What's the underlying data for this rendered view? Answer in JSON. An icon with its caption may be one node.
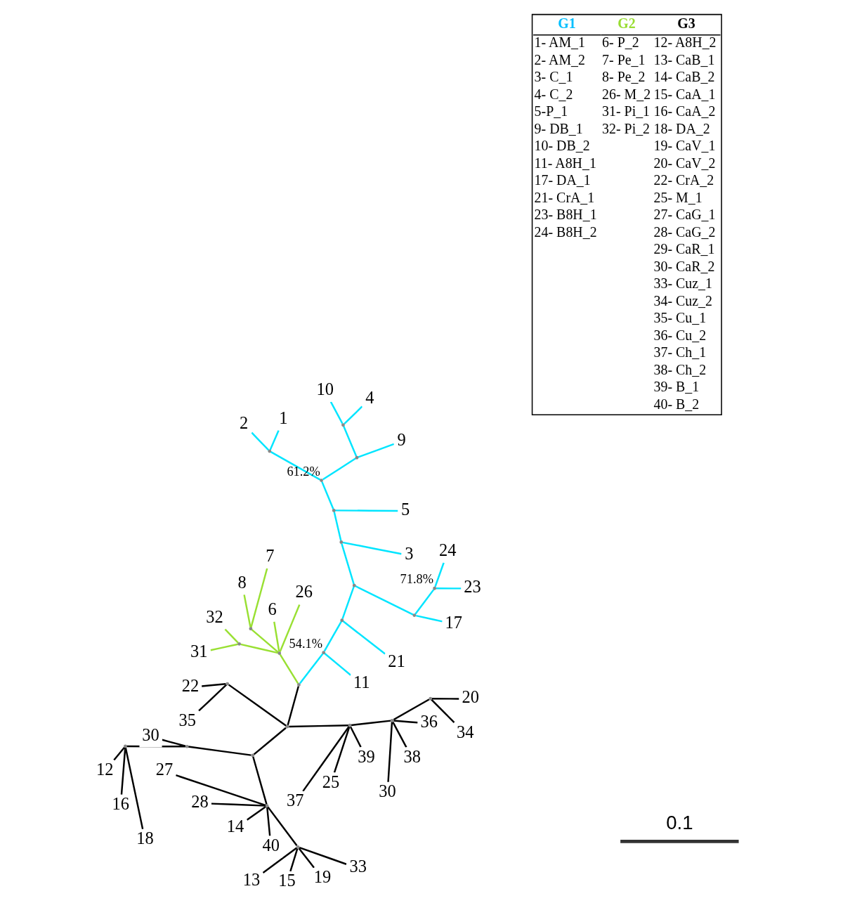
{
  "diagram": {
    "nodes": [
      {
        "text": [
          "4"
        ]
      },
      {
        "text": [
          "3"
        ]
      },
      {
        "text": [
          "10"
        ]
      },
      {
        "text": [
          "23"
        ]
      },
      {
        "text": [
          "9"
        ]
      },
      {
        "text": [
          "24"
        ]
      },
      {
        "text": [
          "5"
        ]
      },
      {
        "text": [
          "1"
        ]
      },
      {
        "text": [
          "17"
        ]
      },
      {
        "text": [
          "21"
        ]
      },
      {
        "text": [
          "11"
        ]
      },
      {
        "text": [
          "7"
        ]
      },
      {
        "text": [
          "8"
        ]
      },
      {
        "text": [
          "26"
        ]
      },
      {
        "text": [
          "2"
        ]
      },
      {
        "text": [
          "22"
        ]
      },
      {
        "text": [
          "32"
        ]
      },
      {
        "text": [
          "35"
        ]
      },
      {
        "text": [
          "30"
        ]
      },
      {
        "text": [
          "12"
        ]
      },
      {
        "text": [
          "16"
        ]
      },
      {
        "text": [
          "18"
        ]
      },
      {
        "text": [
          "13"
        ]
      },
      {
        "text": [
          "37"
        ]
      },
      {
        "text": [
          "30"
        ]
      },
      {
        "text": [
          "15"
        ]
      },
      {
        "text": [
          "25"
        ]
      },
      {
        "text": [
          "19"
        ]
      },
      {
        "text": [
          "33"
        ]
      },
      {
        "text": [
          "38"
        ]
      },
      {
        "text": [
          "34"
        ]
      },
      {
        "text": [
          "36"
        ]
      },
      {
        "text": [
          "20"
        ]
      },
      {
        "text": [
          "39"
        ]
      },
      {
        "text": [
          "27"
        ]
      },
      {
        "text": [
          "28"
        ]
      },
      {
        "text": [
          "6"
        ]
      },
      {
        "text": [
          "14"
        ]
      },
      {
        "text": [
          "31"
        ]
      },
      {
        "text": [
          "40"
        ]
      },
      {
        "text": [],
        "shape": "point"
      },
      {
        "text": [],
        "shape": "point",
        "beside": [
          "54.1%"
        ]
      },
      {
        "text": [],
        "shape": "point"
      },
      {
        "text": [],
        "shape": "point"
      },
      {
        "text": [],
        "shape": "point"
      },
      {
        "text": [],
        "shape": "point",
        "beside": [
          "71.8%"
        ]
      },
      {
        "text": [],
        "shape": "point"
      },
      {
        "text": [],
        "shape": "point"
      },
      {
        "text": [],
        "shape": "point",
        "beside": [
          "61.2%"
        ]
      },
      {
        "text": [],
        "shape": "point"
      },
      {
        "text": [],
        "shape": "point"
      },
      {
        "text": [],
        "shape": "point"
      },
      {
        "text": [],
        "shape": "point"
      },
      {
        "text": [],
        "shape": "point"
      },
      {
        "text": [],
        "shape": "point"
      },
      {
        "text": [],
        "shape": "point"
      },
      {
        "text": [],
        "shape": "point"
      },
      {
        "text": [],
        "shape": "point"
      },
      {
        "text": [],
        "shape": "point"
      },
      {
        "text": [],
        "shape": "point"
      },
      {
        "text": [],
        "shape": "point"
      },
      {
        "text": [],
        "shape": "point"
      },
      {
        "text": [],
        "shape": "point"
      },
      {
        "text": [],
        "shape": "point"
      },
      {
        "text": [],
        "shape": "point"
      }
    ],
    "edges": [
      {
        "from": 40,
        "to": 41,
        "arrow": "none",
        "color": "#00e5ff"
      },
      {
        "from": 41,
        "to": 10,
        "arrow": "none",
        "color": "#00e5ff"
      },
      {
        "from": 41,
        "to": 42,
        "arrow": "none",
        "color": "#00e5ff"
      },
      {
        "from": 42,
        "to": 9,
        "arrow": "none",
        "color": "#00e5ff"
      },
      {
        "from": 42,
        "to": 43,
        "arrow": "none",
        "color": "#00e5ff"
      },
      {
        "from": 43,
        "to": 44,
        "arrow": "none",
        "color": "#00e5ff"
      },
      {
        "from": 43,
        "to": 46,
        "arrow": "none",
        "color": "#00e5ff"
      },
      {
        "from": 44,
        "to": 8,
        "arrow": "none",
        "color": "#00e5ff"
      },
      {
        "from": 44,
        "to": 45,
        "arrow": "none",
        "color": "#00e5ff"
      },
      {
        "from": 45,
        "to": 3,
        "arrow": "none",
        "color": "#00e5ff"
      },
      {
        "from": 45,
        "to": 5,
        "arrow": "none",
        "color": "#00e5ff"
      },
      {
        "from": 46,
        "to": 1,
        "arrow": "none",
        "color": "#00e5ff"
      },
      {
        "from": 46,
        "to": 47,
        "arrow": "none",
        "color": "#00e5ff"
      },
      {
        "from": 47,
        "to": 6,
        "arrow": "none",
        "color": "#00e5ff"
      },
      {
        "from": 47,
        "to": 48,
        "arrow": "none",
        "color": "#00e5ff"
      },
      {
        "from": 48,
        "to": 49,
        "arrow": "none",
        "color": "#00e5ff"
      },
      {
        "from": 48,
        "to": 51,
        "arrow": "none",
        "color": "#00e5ff"
      },
      {
        "from": 49,
        "to": 4,
        "arrow": "none",
        "color": "#00e5ff"
      },
      {
        "from": 49,
        "to": 50,
        "arrow": "none",
        "color": "#00e5ff"
      },
      {
        "from": 50,
        "to": 0,
        "arrow": "none",
        "color": "#00e5ff"
      },
      {
        "from": 50,
        "to": 2,
        "arrow": "none",
        "color": "#00e5ff"
      },
      {
        "from": 51,
        "to": 7,
        "arrow": "none",
        "color": "#00e5ff"
      },
      {
        "from": 51,
        "to": 14,
        "arrow": "none",
        "color": "#00e5ff"
      },
      {
        "from": 40,
        "to": 52,
        "arrow": "none",
        "color": "#99e033"
      },
      {
        "from": 52,
        "to": 53,
        "arrow": "none",
        "color": "#99e033"
      },
      {
        "from": 53,
        "to": 11,
        "arrow": "none",
        "color": "#99e033"
      },
      {
        "from": 53,
        "to": 12,
        "arrow": "none",
        "color": "#99e033"
      },
      {
        "from": 52,
        "to": 13,
        "arrow": "none",
        "color": "#99e033"
      },
      {
        "from": 52,
        "to": 54,
        "arrow": "none",
        "color": "#99e033"
      },
      {
        "from": 54,
        "to": 16,
        "arrow": "none",
        "color": "#99e033"
      },
      {
        "from": 54,
        "to": 38,
        "arrow": "none",
        "color": "#99e033"
      },
      {
        "from": 52,
        "to": 36,
        "arrow": "none",
        "color": "#99e033"
      },
      {
        "from": 40,
        "to": 55,
        "arrow": "none"
      },
      {
        "from": 55,
        "to": 56,
        "arrow": "none"
      },
      {
        "from": 56,
        "to": 15,
        "arrow": "none"
      },
      {
        "from": 56,
        "to": 17,
        "arrow": "none"
      },
      {
        "from": 55,
        "to": 57,
        "arrow": "none"
      },
      {
        "from": 57,
        "to": 58,
        "arrow": "none"
      },
      {
        "from": 58,
        "to": 18,
        "arrow": "none"
      },
      {
        "from": 58,
        "to": 59,
        "arrow": "none"
      },
      {
        "from": 59,
        "to": 19,
        "arrow": "none"
      },
      {
        "from": 59,
        "to": 20,
        "arrow": "none"
      },
      {
        "from": 59,
        "to": 21,
        "arrow": "none"
      },
      {
        "from": 57,
        "to": 60,
        "arrow": "none"
      },
      {
        "from": 60,
        "to": 61,
        "arrow": "none"
      },
      {
        "from": 61,
        "to": 22,
        "arrow": "none"
      },
      {
        "from": 61,
        "to": 25,
        "arrow": "none"
      },
      {
        "from": 61,
        "to": 27,
        "arrow": "none"
      },
      {
        "from": 61,
        "to": 28,
        "arrow": "none"
      },
      {
        "from": 60,
        "to": 37,
        "arrow": "none"
      },
      {
        "from": 60,
        "to": 39,
        "arrow": "none"
      },
      {
        "from": 60,
        "to": 35,
        "arrow": "none"
      },
      {
        "from": 60,
        "to": 34,
        "arrow": "none"
      },
      {
        "from": 55,
        "to": 62,
        "arrow": "none"
      },
      {
        "from": 62,
        "to": 23,
        "arrow": "none"
      },
      {
        "from": 62,
        "to": 26,
        "arrow": "none"
      },
      {
        "from": 62,
        "to": 33,
        "arrow": "none"
      },
      {
        "from": 62,
        "to": 63,
        "arrow": "none"
      },
      {
        "from": 63,
        "to": 24,
        "arrow": "none"
      },
      {
        "from": 63,
        "to": 31,
        "arrow": "none"
      },
      {
        "from": 63,
        "to": 29,
        "arrow": "none"
      },
      {
        "from": 63,
        "to": 64,
        "arrow": "none"
      },
      {
        "from": 64,
        "to": 30,
        "arrow": "none"
      },
      {
        "from": 64,
        "to": 32,
        "arrow": "none"
      }
    ],
    "labels": [
      "1- AM_1",
      "6- P_2",
      "12- A8H_2",
      "2- AM_2",
      "7- Pe_1",
      "13- CaB_1",
      "3- C_1",
      "8- Pe_2",
      "14- CaB_2",
      "4- C_2",
      "26- M_2",
      "15- CaA_1",
      "5-P_1",
      "31- Pi_1",
      "16- CaA_2",
      "9- DB_1",
      "32- Pi_2",
      "18- DA_2",
      "10- DB_2",
      "19- CaV_1",
      "11- A8H_1",
      "20- CaV_2",
      "17- DA_1",
      "22- CrA_2",
      "21- CrA_1",
      "25- M_1",
      "23- B8H_1",
      "27- CaG_1",
      "24- B8H_2",
      "28- CaG_2",
      "29- CaR_1",
      "30- CaR_2",
      "33- Cuz_1",
      "34- Cuz_2",
      "35- Cu_1",
      "36- Cu_2",
      "37- Ch_1",
      "38- Ch_2",
      "39- B_1",
      "40- B_2",
      "0.1"
    ],
    "legend": [
      {
        "text": "G1",
        "color": "#00bfff"
      },
      {
        "text": "G2",
        "color": "#99dd33"
      },
      {
        "text": "G3",
        "color": "#000000"
      }
    ]
  }
}
